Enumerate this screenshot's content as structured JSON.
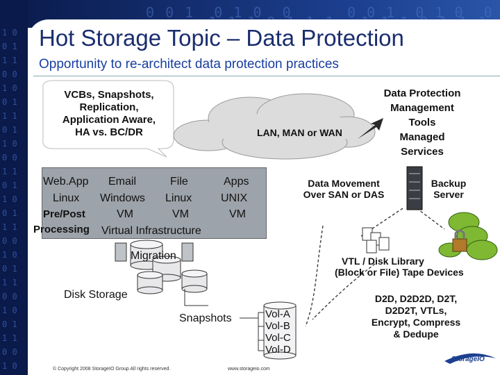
{
  "slide": {
    "title": "Hot Storage Topic – Data Protection",
    "subtitle": "Opportunity to re-architect data protection practices"
  },
  "callout": {
    "line1": "VCBs, Snapshots,",
    "line2": "Replication,",
    "line3": "Application Aware,",
    "line4": "HA vs. BC/DR"
  },
  "network": {
    "label": "LAN, MAN or WAN"
  },
  "management": {
    "line1": "Data Protection",
    "line2": "Management",
    "line3": "Tools",
    "line4": "Managed",
    "line5": "Services"
  },
  "virtual": {
    "col1_top": "Web.App",
    "col1_mid": "Linux",
    "col2_top": "Email",
    "col2_mid": "Windows",
    "col2_bot": "VM",
    "col3_top": "File",
    "col3_mid": "Linux",
    "col3_bot": "VM",
    "col4_top": "Apps",
    "col4_mid": "UNIX",
    "col4_bot": "VM",
    "prepost": "Pre/Post",
    "processing": "Processing",
    "infra": "Virtual Infrastructure"
  },
  "migration": {
    "label": "Migration"
  },
  "data_movement": {
    "line1": "Data Movement",
    "line2": "Over SAN or DAS"
  },
  "backup": {
    "line1": "Backup",
    "line2": "Server"
  },
  "vtl": {
    "line1": "VTL / Disk Library",
    "line2": "(Block or File) Tape Devices"
  },
  "disk_storage": {
    "label": "Disk Storage"
  },
  "snapshots": {
    "label": "Snapshots"
  },
  "volumes": [
    "Vol-A",
    "Vol-B",
    "Vol-C",
    "Vol-D"
  ],
  "d2d": {
    "line1": "D2D, D2D2D, D2T,",
    "line2": "D2D2T, VTLs,",
    "line3": "Encrypt, Compress",
    "line4": "& Dedupe"
  },
  "footer": {
    "copyright": "© Copyright 2008 StorageIO Group All rights reserved.",
    "url": "www.storageio.com"
  },
  "logo": {
    "text": "StorageIO"
  },
  "colors": {
    "title": "#1a2d6e",
    "subtitle": "#173ea0",
    "cloud": "#dcdcdc",
    "vtbox": "#9da3aa",
    "lines": "#3a3a3a"
  }
}
